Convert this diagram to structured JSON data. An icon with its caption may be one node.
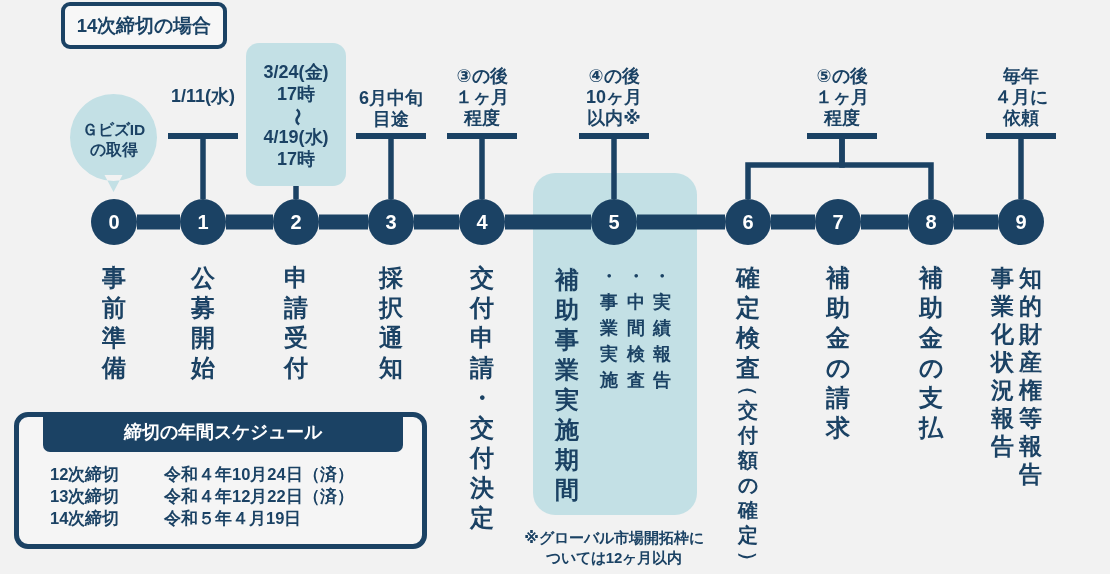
{
  "diagram": {
    "nodes": [
      {
        "text": [
          "14次締切の場合"
        ]
      },
      {
        "text": [
          "ＧビズIDの取得"
        ]
      },
      {
        "text": [
          "1/11(水)"
        ]
      },
      {
        "text": [
          "3/24(金)17時〜4/19(水)17時"
        ]
      },
      {
        "text": [
          "6月中旬目途"
        ]
      },
      {
        "text": [
          "③の後１ヶ月程度"
        ]
      },
      {
        "text": [
          "④の後10ヶ月以内※"
        ]
      },
      {
        "text": [
          "⑤の後１ヶ月程度"
        ]
      },
      {
        "text": [
          "毎年４月に依頼"
        ]
      },
      {
        "text": [
          "補助事業実施期間",
          "・事業実施",
          "・中間検査",
          "・実績報告"
        ]
      },
      {
        "text": [
          "0"
        ],
        "beside": [
          "事前準備"
        ]
      },
      {
        "text": [
          "1"
        ],
        "beside": [
          "公募開始"
        ]
      },
      {
        "text": [
          "2"
        ],
        "beside": [
          "申請受付"
        ]
      },
      {
        "text": [
          "3"
        ],
        "beside": [
          "採択通知"
        ]
      },
      {
        "text": [
          "4"
        ],
        "beside": [
          "交付申請・交付決定"
        ]
      },
      {
        "text": [
          "5"
        ],
        "in": 9
      },
      {
        "text": [
          "6"
        ],
        "beside": [
          "確定検査"
        ]
      },
      {
        "text": [
          "7"
        ],
        "beside": [
          "補助金の請求"
        ]
      },
      {
        "text": [
          "8"
        ],
        "beside": [
          "補助金の支払"
        ]
      },
      {
        "text": [
          "9"
        ],
        "beside": [
          "事業化状況報告",
          "知的財産権等報告"
        ]
      },
      {
        "text": [
          "12次締切",
          "令和４年10月24日（済）",
          "13次締切",
          "令和４年12月22日（済）",
          "14次締切",
          "令和５年４月19日"
        ]
      },
      {
        "text": [
          "締切の年間スケジュール"
        ],
        "in": 20
      }
    ],
    "edges": [
      {
        "from": 10,
        "to": 11,
        "arrow": "none"
      },
      {
        "from": 11,
        "to": 12,
        "arrow": "none"
      },
      {
        "from": 12,
        "to": 13,
        "arrow": "none"
      },
      {
        "from": 13,
        "to": 14,
        "arrow": "none"
      },
      {
        "from": 14,
        "to": 15,
        "arrow": "none"
      },
      {
        "from": 15,
        "to": 16,
        "arrow": "none"
      },
      {
        "from": 16,
        "to": 17,
        "arrow": "none"
      },
      {
        "from": 17,
        "to": 18,
        "arrow": "none"
      },
      {
        "from": 18,
        "to": 19,
        "arrow": "none"
      },
      {
        "from": 2,
        "to": 11,
        "arrow": "none"
      },
      {
        "from": 3,
        "to": 12,
        "arrow": "none"
      },
      {
        "from": 4,
        "to": 13,
        "arrow": "none"
      },
      {
        "from": 5,
        "to": 14,
        "arrow": "none"
      },
      {
        "from": 6,
        "to": 15,
        "arrow": "none"
      },
      {
        "from": 7,
        "to": 16,
        "arrow": "none"
      },
      {
        "from": 7,
        "to": 18,
        "arrow": "none"
      },
      {
        "from": 8,
        "to": 19,
        "arrow": "none"
      }
    ],
    "labels": [
      "（交付額の確定）",
      "※グローバル市場開拓枠については12ヶ月以内"
    ]
  }
}
